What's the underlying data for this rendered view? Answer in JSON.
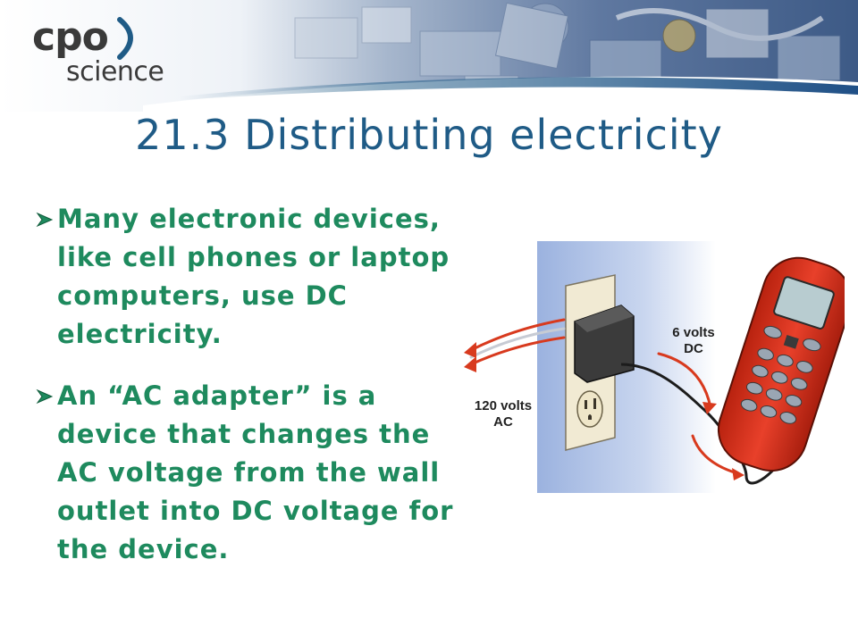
{
  "slide": {
    "title": "21.3 Distributing electricity",
    "bullets": [
      "Many electronic devices, like cell phones or laptop computers, use DC electricity.",
      "An “AC adapter” is a device that changes the AC voltage from the wall outlet into DC voltage for the device."
    ]
  },
  "logo": {
    "top": "cpo",
    "bottom": "science"
  },
  "figure": {
    "label_ac_line1": "120 volts",
    "label_ac_line2": "AC",
    "label_dc_line1": "6 volts",
    "label_dc_line2": "DC"
  },
  "colors": {
    "title": "#1f5b86",
    "bullet_text": "#1e8a5e",
    "arrow_red": "#d83a1e",
    "phone_red": "#e0301e"
  }
}
